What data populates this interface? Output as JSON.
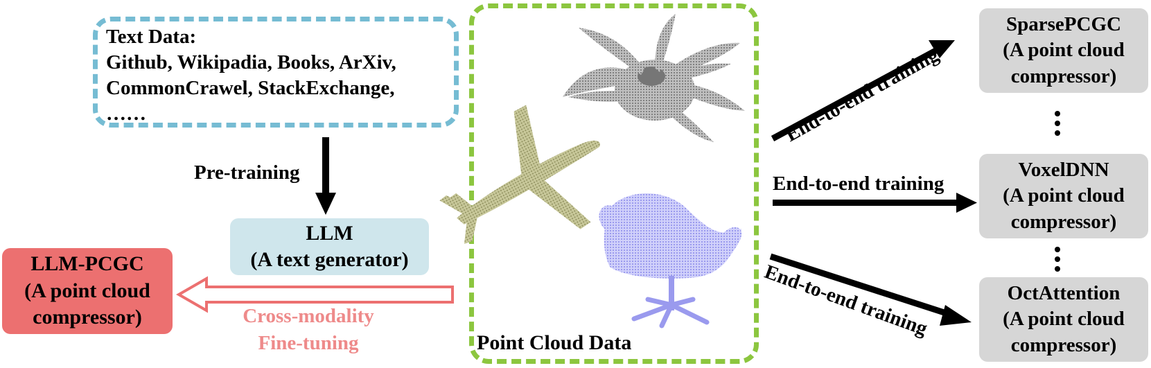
{
  "text_data": {
    "title": "Text Data:",
    "line1": "Github, Wikipadia, Books, ArXiv,",
    "line2": "CommonCrawel, StackExchange,",
    "line3": "……"
  },
  "pretraining_label": "Pre-training",
  "llm": {
    "name": "LLM",
    "desc": "(A text generator)"
  },
  "llm_pcgc": {
    "name": "LLM-PCGC",
    "desc1": "(A point cloud",
    "desc2": "compressor)"
  },
  "finetune": {
    "line1": "Cross-modality",
    "line2": "Fine-tuning"
  },
  "point_cloud_label": "Point Cloud Data",
  "training_label_1": "End-to-end training",
  "training_label_2": "End-to-end training",
  "training_label_3": "End-to-end training",
  "compressors": [
    {
      "name": "SparsePCGC",
      "desc1": "(A point cloud",
      "desc2": "compressor)"
    },
    {
      "name": "VoxelDNN",
      "desc1": "(A point cloud",
      "desc2": "compressor)"
    },
    {
      "name": "OctAttention",
      "desc1": "(A point cloud",
      "desc2": "compressor)"
    }
  ],
  "colors": {
    "text_data_border": "#76bcd3",
    "point_cloud_border": "#8cc63f",
    "llm_fill": "#cfe6ec",
    "llm_pcgc_fill": "#ec7070",
    "finetune_text": "#ee8a8a",
    "compressor_fill": "#d6d6d6",
    "plant": "#8a8a8a",
    "airplane": "#a8a878",
    "chair": "#aaaaf0"
  },
  "icons": [
    "plant-pointcloud",
    "airplane-pointcloud",
    "chair-pointcloud"
  ]
}
